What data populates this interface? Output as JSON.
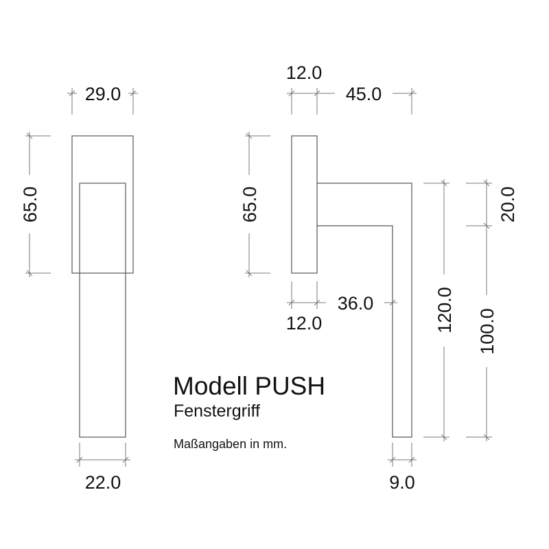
{
  "dimensions": {
    "front_width": "29.0",
    "front_height": "65.0",
    "front_handle_width": "22.0",
    "side_rose_depth_top": "12.0",
    "side_total_depth": "45.0",
    "side_height": "65.0",
    "side_rose_depth_bottom": "12.0",
    "side_inner_depth": "36.0",
    "side_total_length": "120.0",
    "side_neck": "20.0",
    "side_grip_length": "100.0",
    "side_grip_thickness": "9.0"
  },
  "title": {
    "model": "Modell PUSH",
    "subtitle": "Fenstergriff",
    "note": "Maßangaben in mm."
  }
}
